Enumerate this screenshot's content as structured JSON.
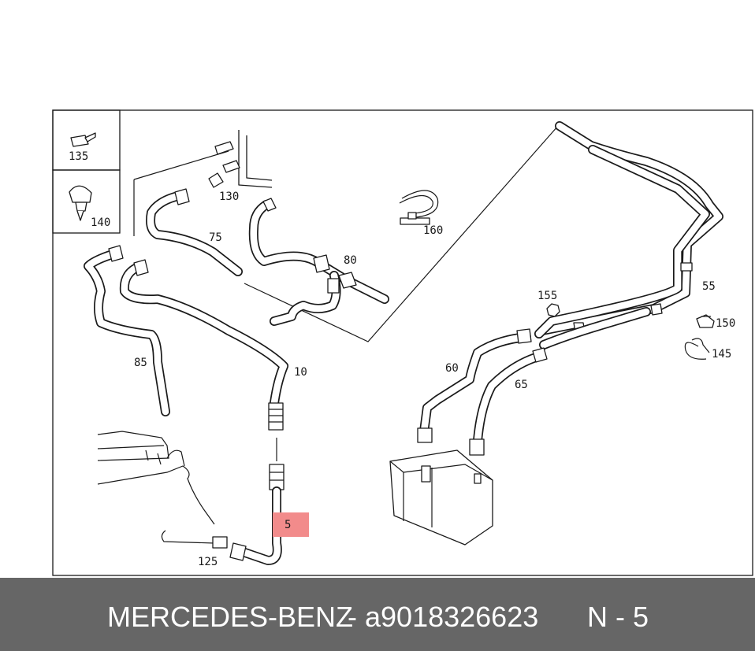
{
  "diagram": {
    "callouts": {
      "c5": "5",
      "c10": "10",
      "c55": "55",
      "c60": "60",
      "c65": "65",
      "c75": "75",
      "c80": "80",
      "c85": "85",
      "c125": "125",
      "c130": "130",
      "c135": "135",
      "c140": "140",
      "c145": "145",
      "c150": "150",
      "c155": "155",
      "c160": "160"
    },
    "highlighted_callout": "5",
    "highlight_color": "#f28b8b"
  },
  "footer": {
    "brand": "MERCEDES-BENZ",
    "separator": "-",
    "part_number": "a9018326623",
    "position": "N - 5",
    "background": "#666666",
    "text_color": "#ffffff"
  }
}
